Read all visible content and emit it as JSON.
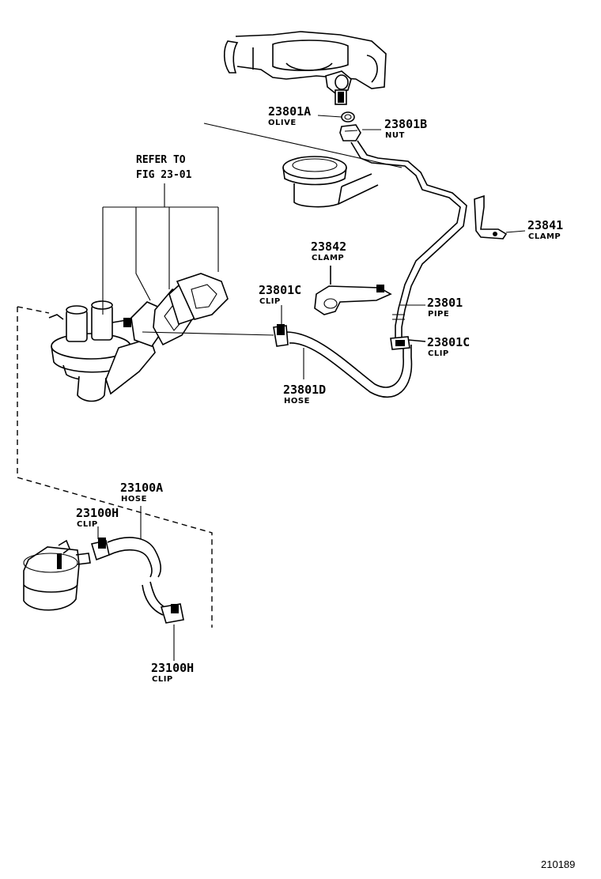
{
  "refer": {
    "line1": "REFER TO",
    "line2": "FIG 23-01"
  },
  "labels": {
    "l23801a": {
      "number": "23801A",
      "name": "OLIVE"
    },
    "l23801b": {
      "number": "23801B",
      "name": "NUT"
    },
    "l23841": {
      "number": "23841",
      "name": "CLAMP"
    },
    "l23842": {
      "number": "23842",
      "name": "CLAMP"
    },
    "l23801c_left": {
      "number": "23801C",
      "name": "CLIP"
    },
    "l23801": {
      "number": "23801",
      "name": "PIPE"
    },
    "l23801c_right": {
      "number": "23801C",
      "name": "CLIP"
    },
    "l23801d": {
      "number": "23801D",
      "name": "HOSE"
    },
    "l23100a": {
      "number": "23100A",
      "name": "HOSE"
    },
    "l23100h_top": {
      "number": "23100H",
      "name": "CLIP"
    },
    "l23100h_bottom": {
      "number": "23100H",
      "name": "CLIP"
    }
  },
  "figure_id": "210189"
}
